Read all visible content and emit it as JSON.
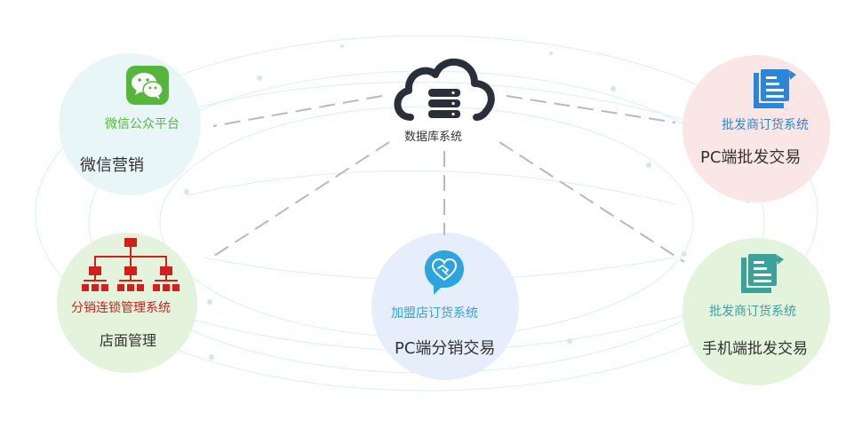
{
  "hub": {
    "label": "数据库系统",
    "icon": "cloud-database-icon"
  },
  "nodes": {
    "wechat": {
      "sub": "微信公众平台",
      "main": "微信营销",
      "bg": "#e8f6f8",
      "sub_color": "#55b63a",
      "icon": "wechat-icon"
    },
    "store": {
      "sub": "分销连锁管理系统",
      "main": "店面管理",
      "bg": "#e4f3dc",
      "sub_color": "#d2201b",
      "icon": "org-chart-icon"
    },
    "franchise": {
      "sub": "加盟店订货系统",
      "main": "PC端分销交易",
      "bg": "#e6eefc",
      "sub_color": "#2ba4e0",
      "icon": "handshake-heart-icon"
    },
    "pc_wholesale": {
      "sub": "批发商订货系统",
      "main": "PC端批发交易",
      "bg": "#fbe6e6",
      "sub_color": "#2a86d8",
      "icon": "document-share-icon"
    },
    "mobile_wholesale": {
      "sub": "批发商订货系统",
      "main": "手机端批发交易",
      "bg": "#e4f3dc",
      "sub_color": "#3aa29a",
      "icon": "document-share-icon"
    }
  },
  "colors": {
    "line": "#b9b9b9",
    "hub_dark": "#2b2f3a",
    "wechat": "#55b63a",
    "org": "#d2201b",
    "doc_blue": "#2a86d8",
    "doc_teal": "#3aa29a",
    "handshake": "#2ba4e0"
  }
}
